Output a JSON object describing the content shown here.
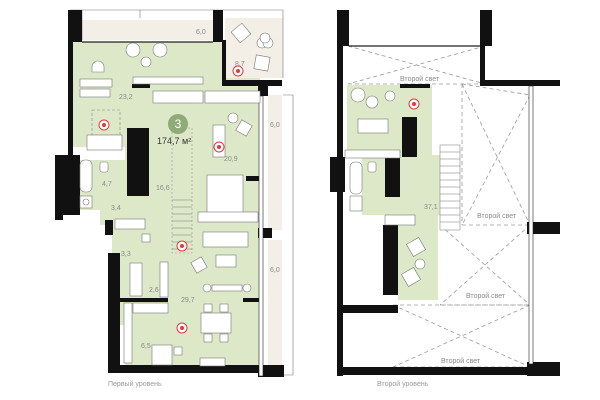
{
  "apartment": {
    "number": "3",
    "total_area": "174,7 м²",
    "badge_color": "#8fac78"
  },
  "colors": {
    "room_fill": "#dde8c8",
    "balcony_fill": "#f3efe6",
    "wall": "#111111",
    "camera_marker": "#e0393e"
  },
  "level1": {
    "caption": "Первый уровень",
    "areas": {
      "balcony_top": "6,0",
      "terrace": "8,7",
      "living_top": "23,2",
      "bedroom": "20,9",
      "balcony_right_top": "6,0",
      "bathroom": "4,7",
      "hall": "16,6",
      "corridor": "3,4",
      "entry": "3,3",
      "closet": "2,6",
      "living_main": "29,7",
      "balcony_right_bottom": "6,0",
      "kitchen": "6,5"
    }
  },
  "level2": {
    "caption": "Второй уровень",
    "second_light_label": "Второй свет",
    "second_light_labels": [
      "Второй свет",
      "Второй свет",
      "Второй свет",
      "Второй свет"
    ],
    "areas": {
      "upper_hall": "37,1"
    }
  }
}
